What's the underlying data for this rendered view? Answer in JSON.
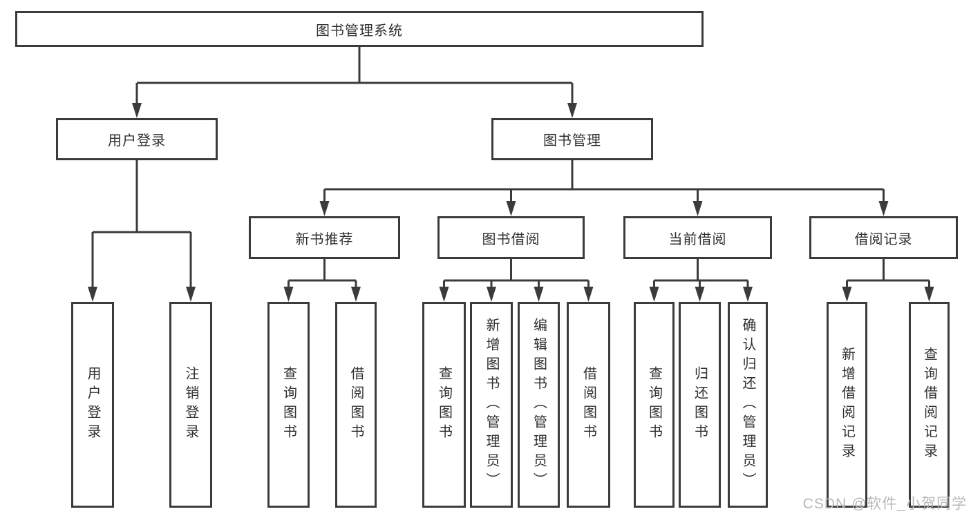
{
  "tree": {
    "root": {
      "label": "图书管理系统",
      "children": [
        {
          "label": "用户登录",
          "children": [
            {
              "label": "用户登录"
            },
            {
              "label": "注销登录"
            }
          ]
        },
        {
          "label": "图书管理",
          "children": [
            {
              "label": "新书推荐",
              "children": [
                {
                  "label": "查询图书"
                },
                {
                  "label": "借阅图书"
                }
              ]
            },
            {
              "label": "图书借阅",
              "children": [
                {
                  "label": "查询图书"
                },
                {
                  "label": "新增图书（管理员）"
                },
                {
                  "label": "编辑图书（管理员）"
                },
                {
                  "label": "借阅图书"
                }
              ]
            },
            {
              "label": "当前借阅",
              "children": [
                {
                  "label": "查询图书"
                },
                {
                  "label": "归还图书"
                },
                {
                  "label": "确认归还（管理员）"
                }
              ]
            },
            {
              "label": "借阅记录",
              "children": [
                {
                  "label": "新增借阅记录"
                },
                {
                  "label": "查询借阅记录"
                }
              ]
            }
          ]
        }
      ]
    }
  },
  "watermark": {
    "text": "CSDN @软件_小贺同学"
  },
  "colors": {
    "line": "#3b3b3b",
    "text": "#303030",
    "watermark": "#b7b7b7",
    "background": "#ffffff"
  }
}
